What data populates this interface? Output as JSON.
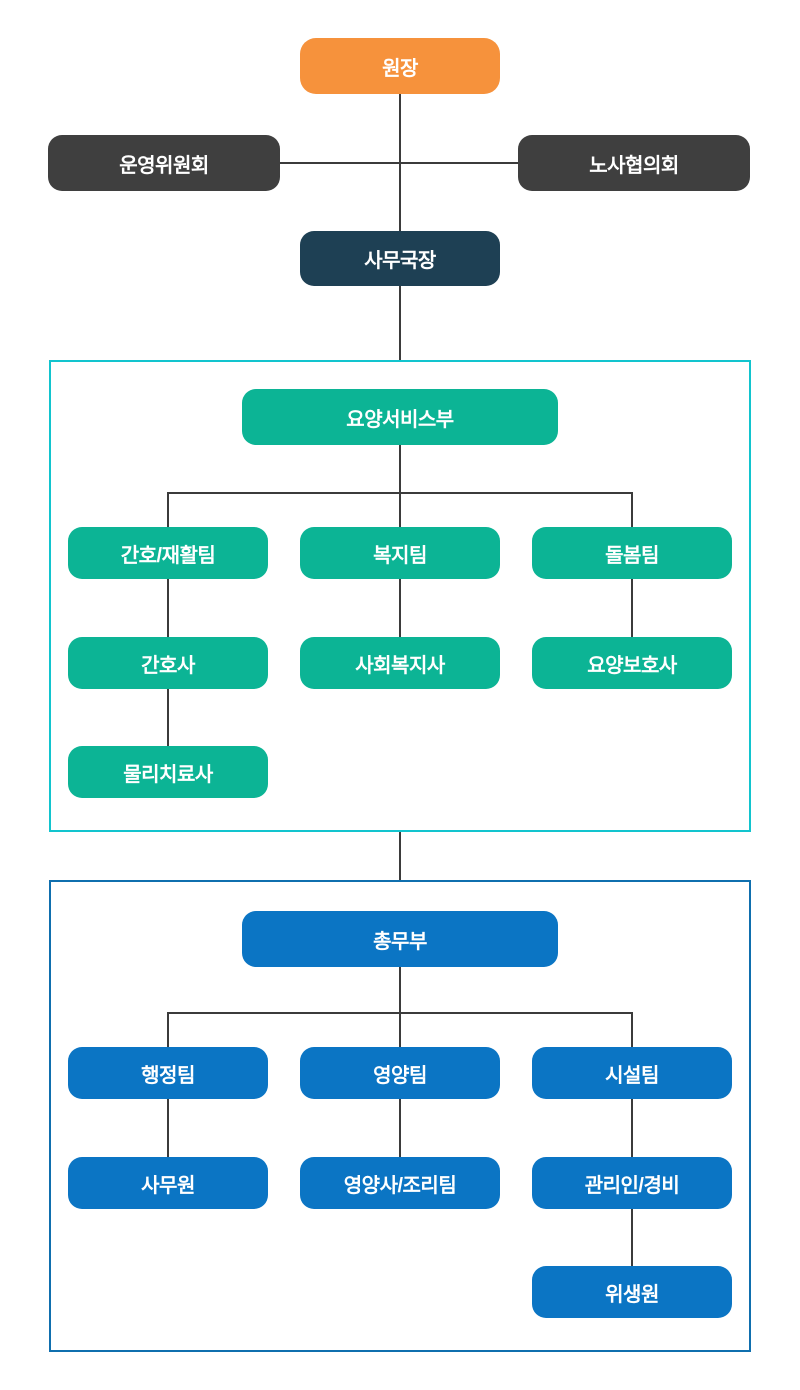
{
  "colors": {
    "orange": "#F6923C",
    "dark_gray": "#3F3F3F",
    "navy": "#1E4054",
    "teal": "#0CB495",
    "teal_frame": "#12C4CE",
    "blue": "#0B75C4",
    "blue_frame": "#0F6FAE",
    "line": "#3B3B3B"
  },
  "org": {
    "director": "원장",
    "steering_committee": "운영위원회",
    "labor_council": "노사협의회",
    "secretary_general": "사무국장",
    "care_section": {
      "dept": "요양서비스부",
      "teams": [
        "간호/재활팀",
        "복지팀",
        "돌봄팀"
      ],
      "staff": [
        "간호사",
        "사회복지사",
        "요양보호사"
      ],
      "staff2": [
        "물리치료사"
      ]
    },
    "general_affairs_section": {
      "dept": "총무부",
      "teams": [
        "행정팀",
        "영양팀",
        "시설팀"
      ],
      "staff": [
        "사무원",
        "영양사/조리팀",
        "관리인/경비"
      ],
      "staff2": [
        "위생원"
      ]
    }
  }
}
